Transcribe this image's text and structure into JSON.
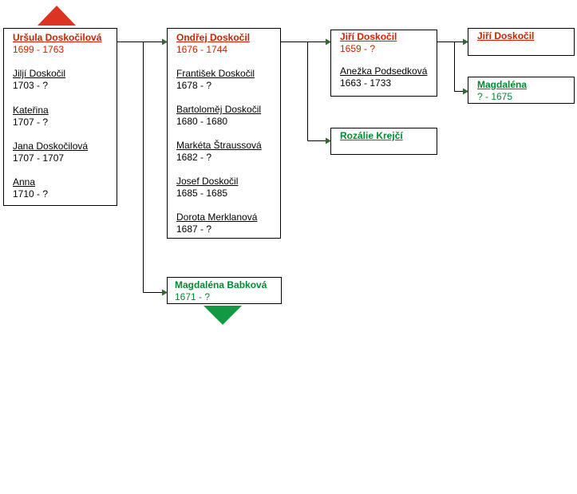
{
  "colors": {
    "paternal": "#cc2200",
    "maternal": "#008833",
    "line": "#000000",
    "arrow_up": "#dd3322",
    "arrow_down": "#119944"
  },
  "boxes": {
    "ursula": {
      "main": {
        "name": "Uršula Doskočilová",
        "years": "1699 - 1763"
      },
      "siblings": [
        {
          "name": "Jiljí Doskočil",
          "years": "1703 - ?"
        },
        {
          "name": "Kateřina",
          "years": "1707 - ?"
        },
        {
          "name": "Jana Doskočilová",
          "years": "1707 - 1707"
        },
        {
          "name": "Anna",
          "years": "1710 - ?"
        }
      ]
    },
    "ondrej": {
      "main": {
        "name": "Ondřej Doskočil",
        "years": "1676 - 1744"
      },
      "siblings": [
        {
          "name": "František Doskočil",
          "years": "1678 - ?"
        },
        {
          "name": "Bartoloměj Doskočil",
          "years": "1680 - 1680"
        },
        {
          "name": "Markéta Štraussová",
          "years": "1682 - ?"
        },
        {
          "name": "Josef Doskočil",
          "years": "1685 - 1685"
        },
        {
          "name": "Dorota Merklanová",
          "years": "1687 - ?"
        }
      ]
    },
    "jiri1": {
      "main": {
        "name": "Jiří Doskočil",
        "years": "1659 - ?"
      },
      "siblings": [
        {
          "name": "Anežka Podsedková",
          "years": "1663 - 1733"
        }
      ]
    },
    "rozalie": {
      "main": {
        "name": "Rozálie Krejčí"
      }
    },
    "jiri2": {
      "main": {
        "name": "Jiří Doskočil"
      }
    },
    "magdalena": {
      "main": {
        "name": "Magdaléna",
        "years": "? - 1675"
      }
    },
    "babkova": {
      "main": {
        "name": "Magdaléna Babková",
        "years": "1671 - ?"
      }
    }
  }
}
